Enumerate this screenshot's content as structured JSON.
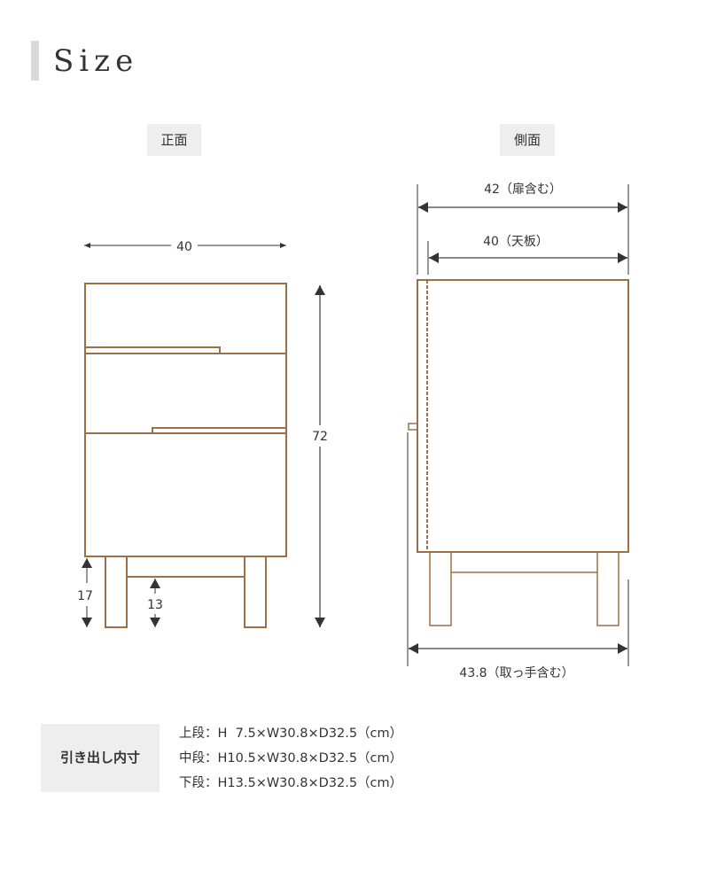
{
  "header": {
    "title": "Size"
  },
  "views": {
    "front": {
      "label": "正面"
    },
    "side": {
      "label": "側面"
    }
  },
  "front_dimensions": {
    "width": "40",
    "height": "72",
    "leg_height": "17",
    "floor_clearance": "13"
  },
  "side_dimensions": {
    "width_with_door": "42（扉含む）",
    "top_board": "40（天板）",
    "depth_with_handle": "43.8（取っ手含む）"
  },
  "drawer_inner": {
    "label": "引き出し内寸",
    "rows": [
      "上段：H  7.5×W30.8×D32.5（cm）",
      "中段：H10.5×W30.8×D32.5（cm）",
      "下段：H13.5×W30.8×D32.5（cm）"
    ]
  },
  "colors": {
    "wood_line": "#9a7048",
    "dimension_line": "#888888",
    "arrow": "#333333",
    "label_bg": "#eeeeee",
    "title_bar": "#d9d9d9"
  }
}
